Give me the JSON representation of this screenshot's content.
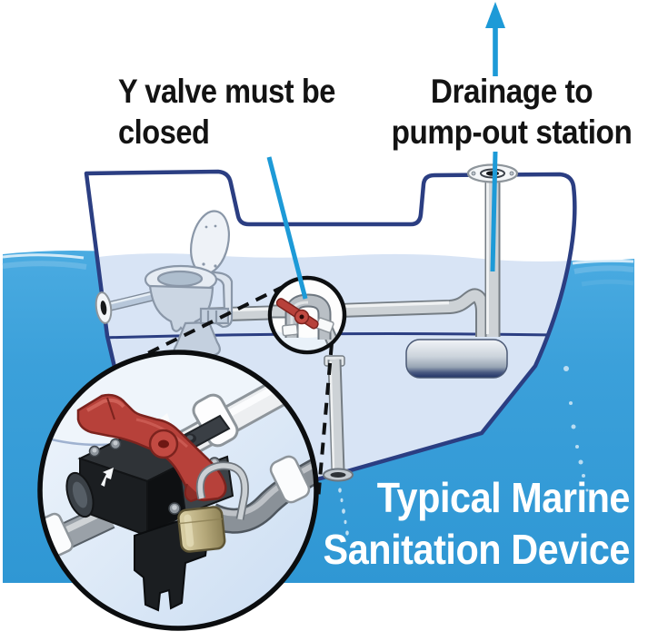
{
  "figure": {
    "kind": "marine-sanitation-device-diagram",
    "labels": {
      "y_valve": "Y valve must be\nclosed",
      "drainage": "Drainage to\npump-out station"
    },
    "title": "Typical Marine\nSanitation Device",
    "colors": {
      "open_water": "#3BA0DA",
      "hull_outline": "#2B3E82",
      "hull_interior_water": "#D8E4F5",
      "callout_blue": "#1D9AD7",
      "valve_handle_red": "#B7413A",
      "padlock_gold": "#BFB389",
      "pipe_gray": "#CDD2D6",
      "label_text": "#131313",
      "title_text": "#FFFFFF"
    },
    "icons": [
      "arrow-up-icon",
      "magnifier-circle-small",
      "magnifier-circle-large",
      "padlock-icon"
    ],
    "parts": [
      "marine-toilet",
      "y-valve",
      "holding-tank",
      "deck-pump-out-fitting",
      "overboard-discharge-through-hull",
      "padlocked-y-valve-closeup"
    ]
  }
}
